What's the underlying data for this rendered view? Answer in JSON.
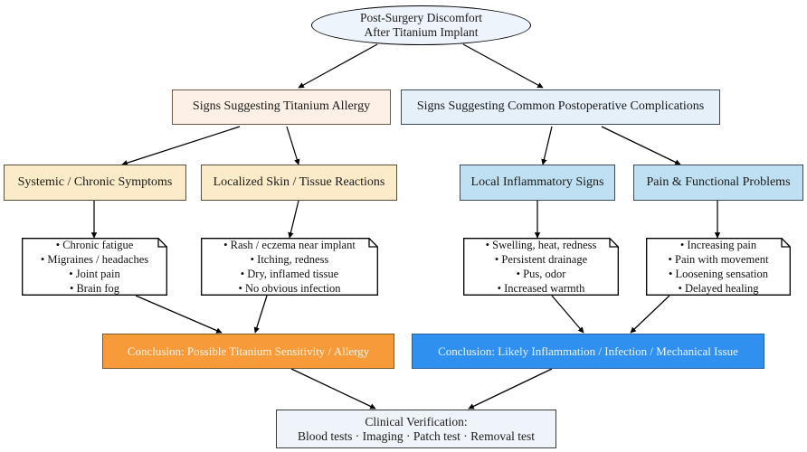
{
  "diagram": {
    "title": "Post-Surgery Discomfort After Titanium Implant",
    "type": "flowchart",
    "colors": {
      "root_fill": "#eef4fb",
      "allergy_branch_fill": "#fdf1e7",
      "complication_branch_fill": "#e5f0f9",
      "allergy_category_fill": "#fbebc8",
      "complication_category_fill": "#bfe0f2",
      "note_fill": "#ffffff",
      "conclusion_allergy_fill": "#f79a3a",
      "conclusion_complication_fill": "#2f90f0",
      "verification_fill": "#eef4f9",
      "edge_stroke": "#000000"
    }
  },
  "nodes": {
    "root": {
      "line1": "Post-Surgery Discomfort",
      "line2": "After Titanium Implant"
    },
    "branch_allergy": {
      "label": "Signs Suggesting Titanium Allergy"
    },
    "branch_complication": {
      "label": "Signs Suggesting Common Postoperative Complications"
    },
    "cat_systemic": {
      "label": "Systemic / Chronic Symptoms"
    },
    "cat_localized": {
      "label": "Localized Skin / Tissue Reactions"
    },
    "cat_inflammatory": {
      "label": "Local Inflammatory Signs"
    },
    "cat_pain": {
      "label": "Pain & Functional Problems"
    },
    "note_systemic": {
      "items": [
        "• Chronic fatigue",
        "• Migraines / headaches",
        "• Joint pain",
        "• Brain fog"
      ]
    },
    "note_localized": {
      "items": [
        "• Rash / eczema near implant",
        "• Itching, redness",
        "• Dry, inflamed tissue",
        "• No obvious infection"
      ]
    },
    "note_inflammatory": {
      "items": [
        "• Swelling, heat, redness",
        "• Persistent drainage",
        "• Pus, odor",
        "• Increased warmth"
      ]
    },
    "note_pain": {
      "items": [
        "• Increasing pain",
        "• Pain with movement",
        "• Loosening sensation",
        "• Delayed healing"
      ]
    },
    "conclusion_allergy": {
      "label": "Conclusion: Possible Titanium Sensitivity / Allergy"
    },
    "conclusion_complication": {
      "label": "Conclusion: Likely Inflammation / Infection / Mechanical Issue"
    },
    "verification": {
      "line1": "Clinical Verification:",
      "line2": "Blood tests · Imaging · Patch test · Removal test"
    }
  }
}
